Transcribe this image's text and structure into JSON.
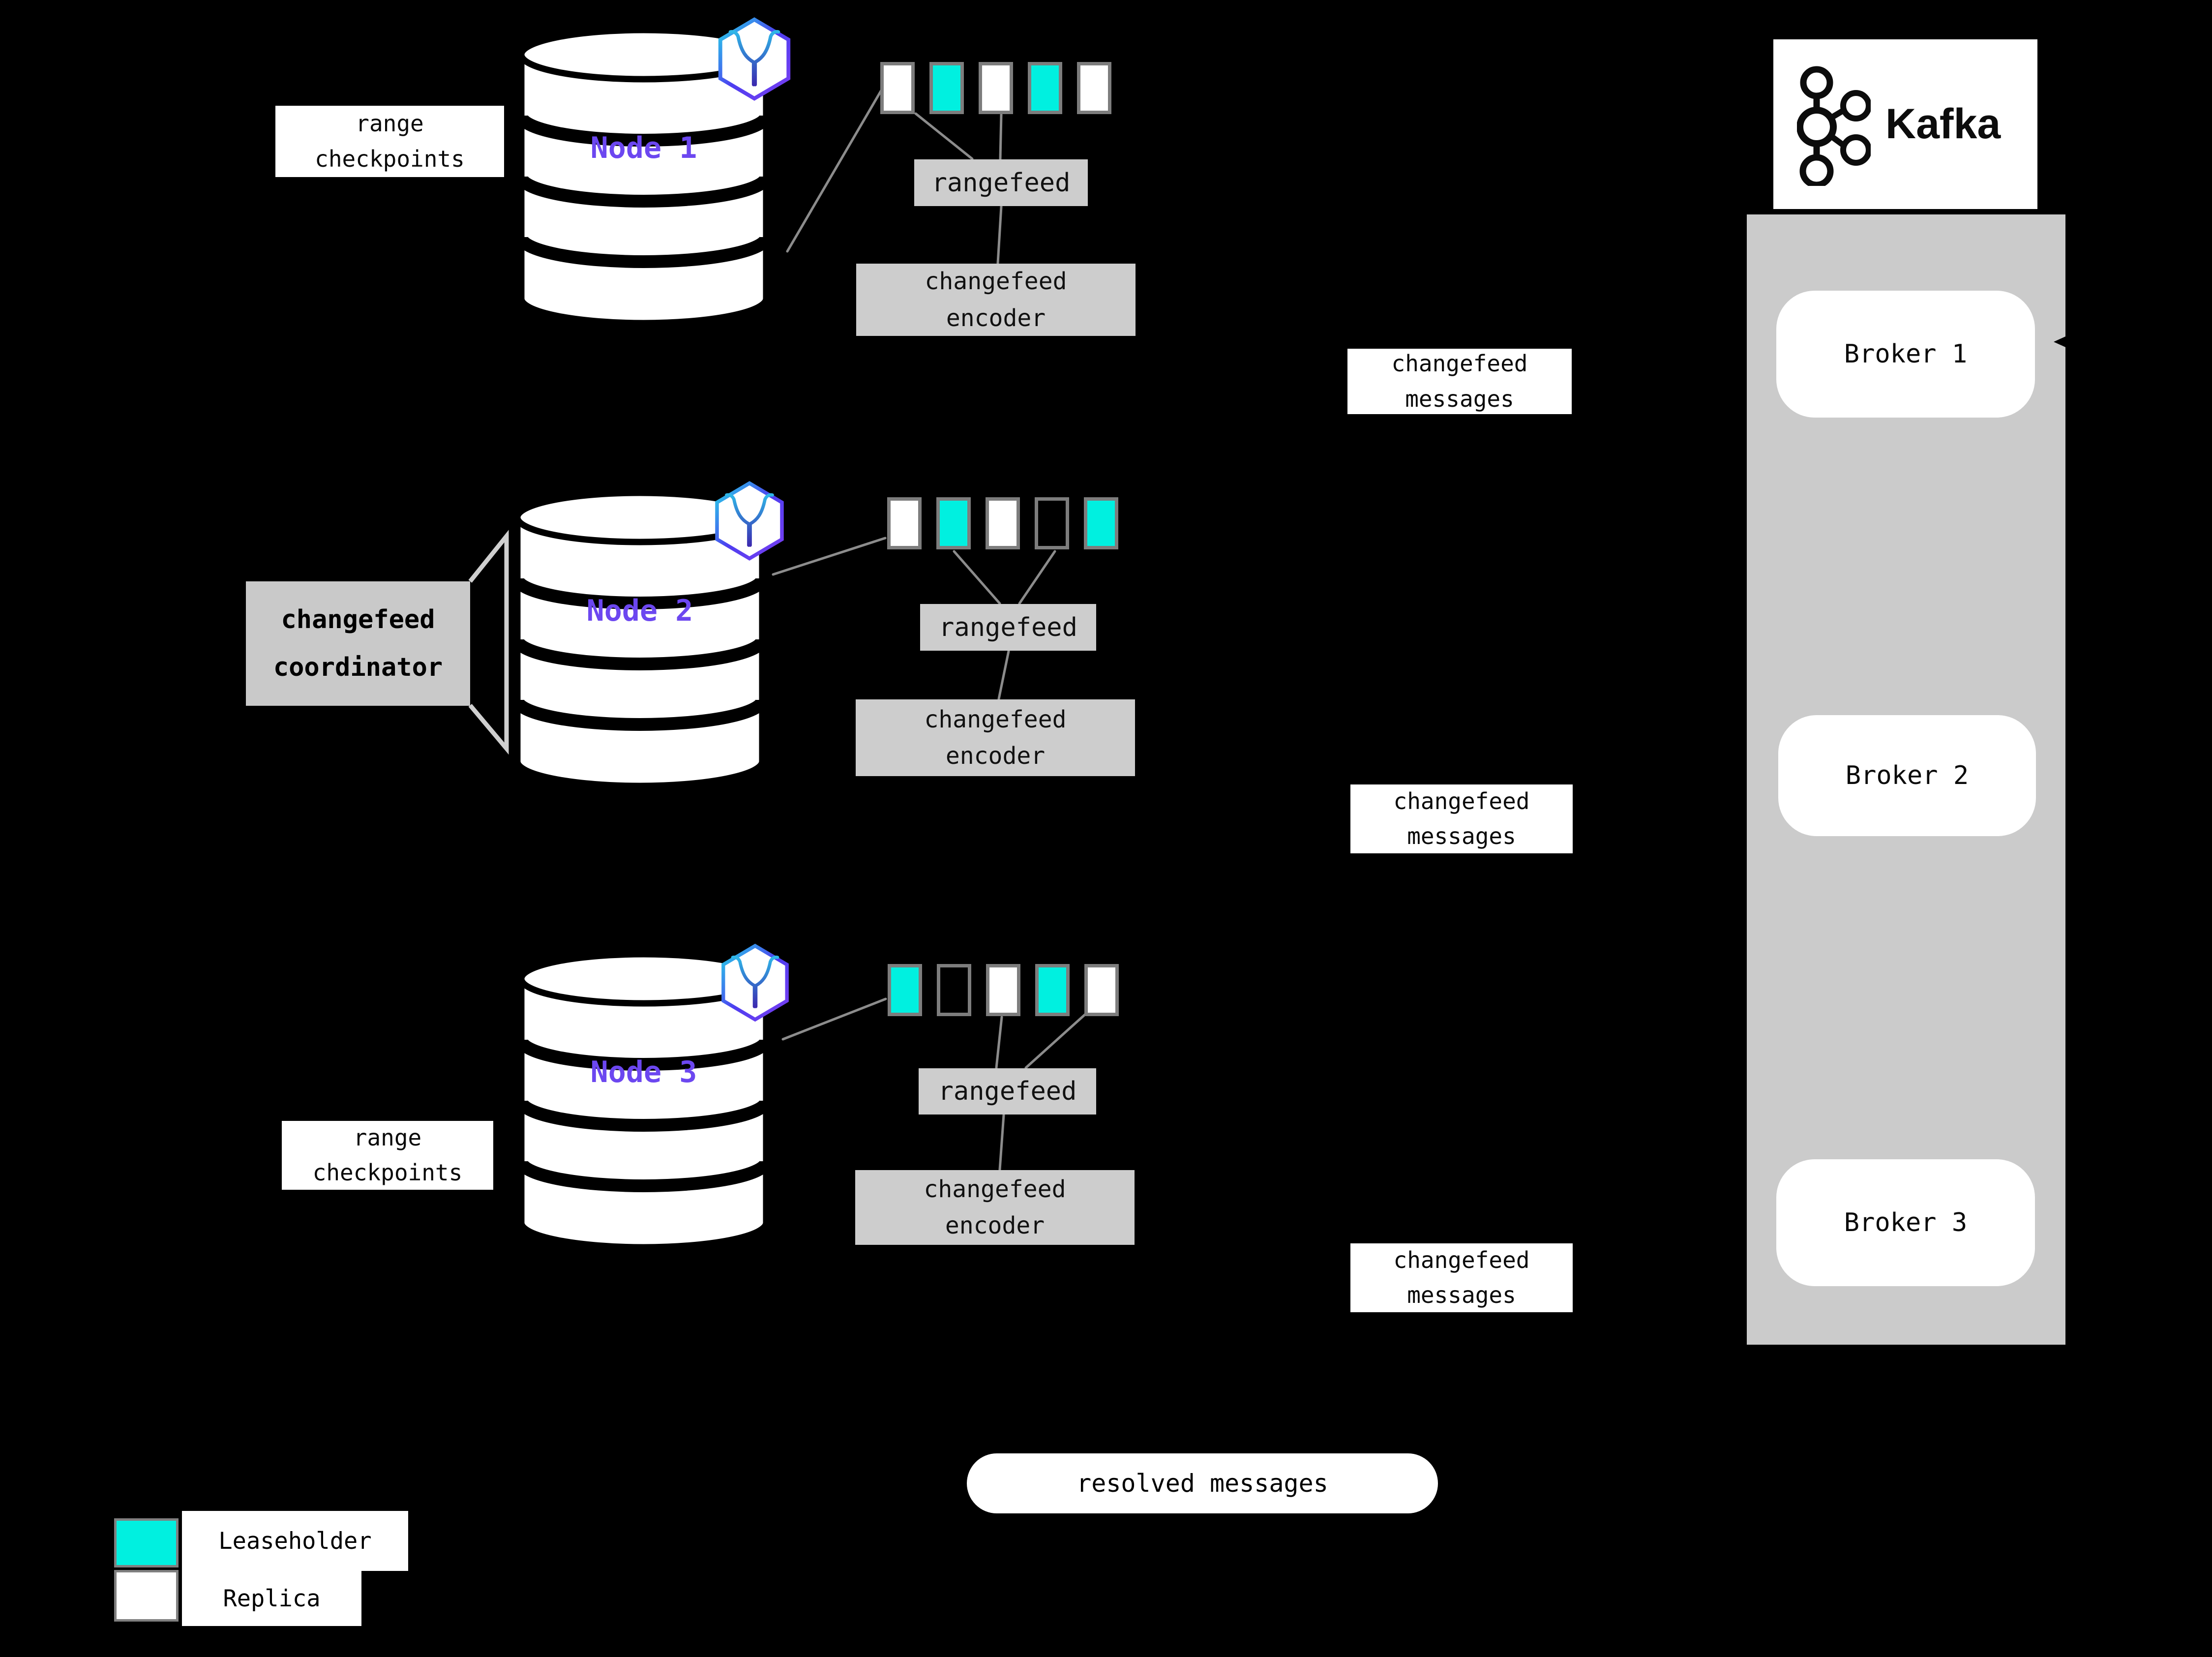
{
  "colors": {
    "background": "#000000",
    "leaseholder": "#00F0E0",
    "replica": "#FFFFFF",
    "empty": "transparent",
    "node_label": "#6C47F0",
    "gray_box": "#CDCDCD",
    "coordinator_box": "#C9C9C9",
    "kafka_container": "#CBCBCB",
    "square_border": "#7D7D7D",
    "connector_line": "#8C8C8C"
  },
  "checkpoint_label": {
    "line1": "range",
    "line2": "checkpoints"
  },
  "coordinator": {
    "line1": "changefeed",
    "line2": "coordinator"
  },
  "nodes": [
    {
      "name": "Node 1",
      "ranges": [
        "replica",
        "leaseholder",
        "replica",
        "leaseholder",
        "replica"
      ],
      "rangefeed": "rangefeed",
      "encoder_line1": "changefeed",
      "encoder_line2": "encoder",
      "messages_line1": "changefeed",
      "messages_line2": "messages"
    },
    {
      "name": "Node 2",
      "ranges": [
        "replica",
        "leaseholder",
        "replica",
        "empty",
        "leaseholder"
      ],
      "rangefeed": "rangefeed",
      "encoder_line1": "changefeed",
      "encoder_line2": "encoder",
      "messages_line1": "changefeed",
      "messages_line2": "messages"
    },
    {
      "name": "Node 3",
      "ranges": [
        "leaseholder",
        "empty",
        "replica",
        "leaseholder",
        "replica"
      ],
      "rangefeed": "rangefeed",
      "encoder_line1": "changefeed",
      "encoder_line2": "encoder",
      "messages_line1": "changefeed",
      "messages_line2": "messages"
    }
  ],
  "kafka": {
    "wordmark": "Kafka",
    "brokers": [
      "Broker 1",
      "Broker 2",
      "Broker 3"
    ]
  },
  "resolved_label": "resolved messages",
  "legend": [
    {
      "label": "Leaseholder",
      "type": "leaseholder"
    },
    {
      "label": "Replica",
      "type": "replica"
    }
  ]
}
